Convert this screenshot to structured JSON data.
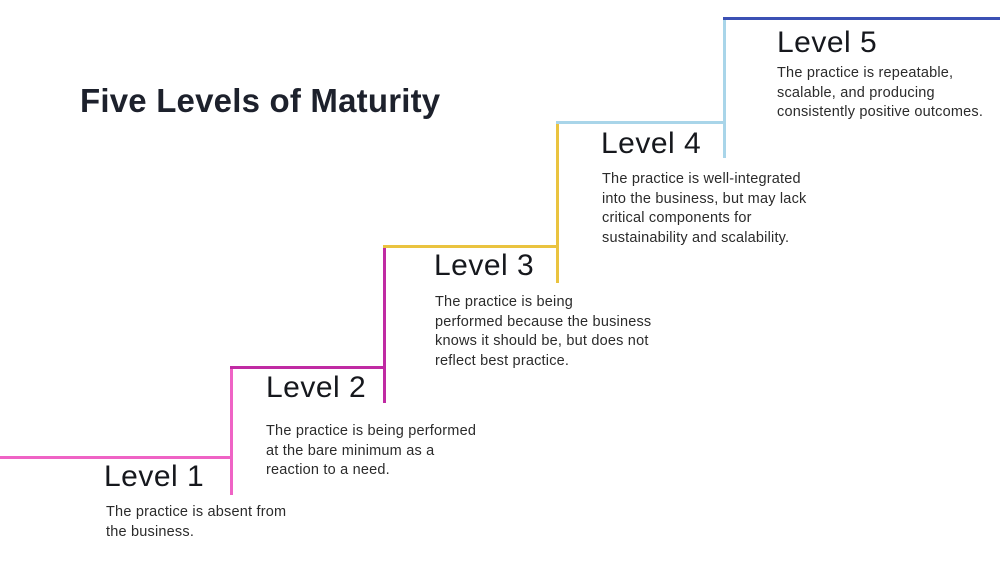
{
  "title": "Five Levels of Maturity",
  "levels": [
    {
      "label": "Level 1",
      "description": "The practice is absent from\nthe business.",
      "color": "#ef63c5"
    },
    {
      "label": "Level 2",
      "description": "The practice is being performed\nat the bare minimum as a\nreaction to a need.",
      "color": "#c02aa3"
    },
    {
      "label": "Level 3",
      "description": "The practice is being\nperformed because the business\nknows it should be, but does not\nreflect best practice.",
      "color": "#eac33f"
    },
    {
      "label": "Level 4",
      "description": "The practice is well-integrated\ninto the business, but may lack\ncritical components for\nsustainability and scalability.",
      "color": "#a9d5e9"
    },
    {
      "label": "Level 5",
      "description": "The practice is repeatable,\nscalable, and producing\nconsistently positive outcomes.",
      "color": "#3b50b4"
    }
  ]
}
